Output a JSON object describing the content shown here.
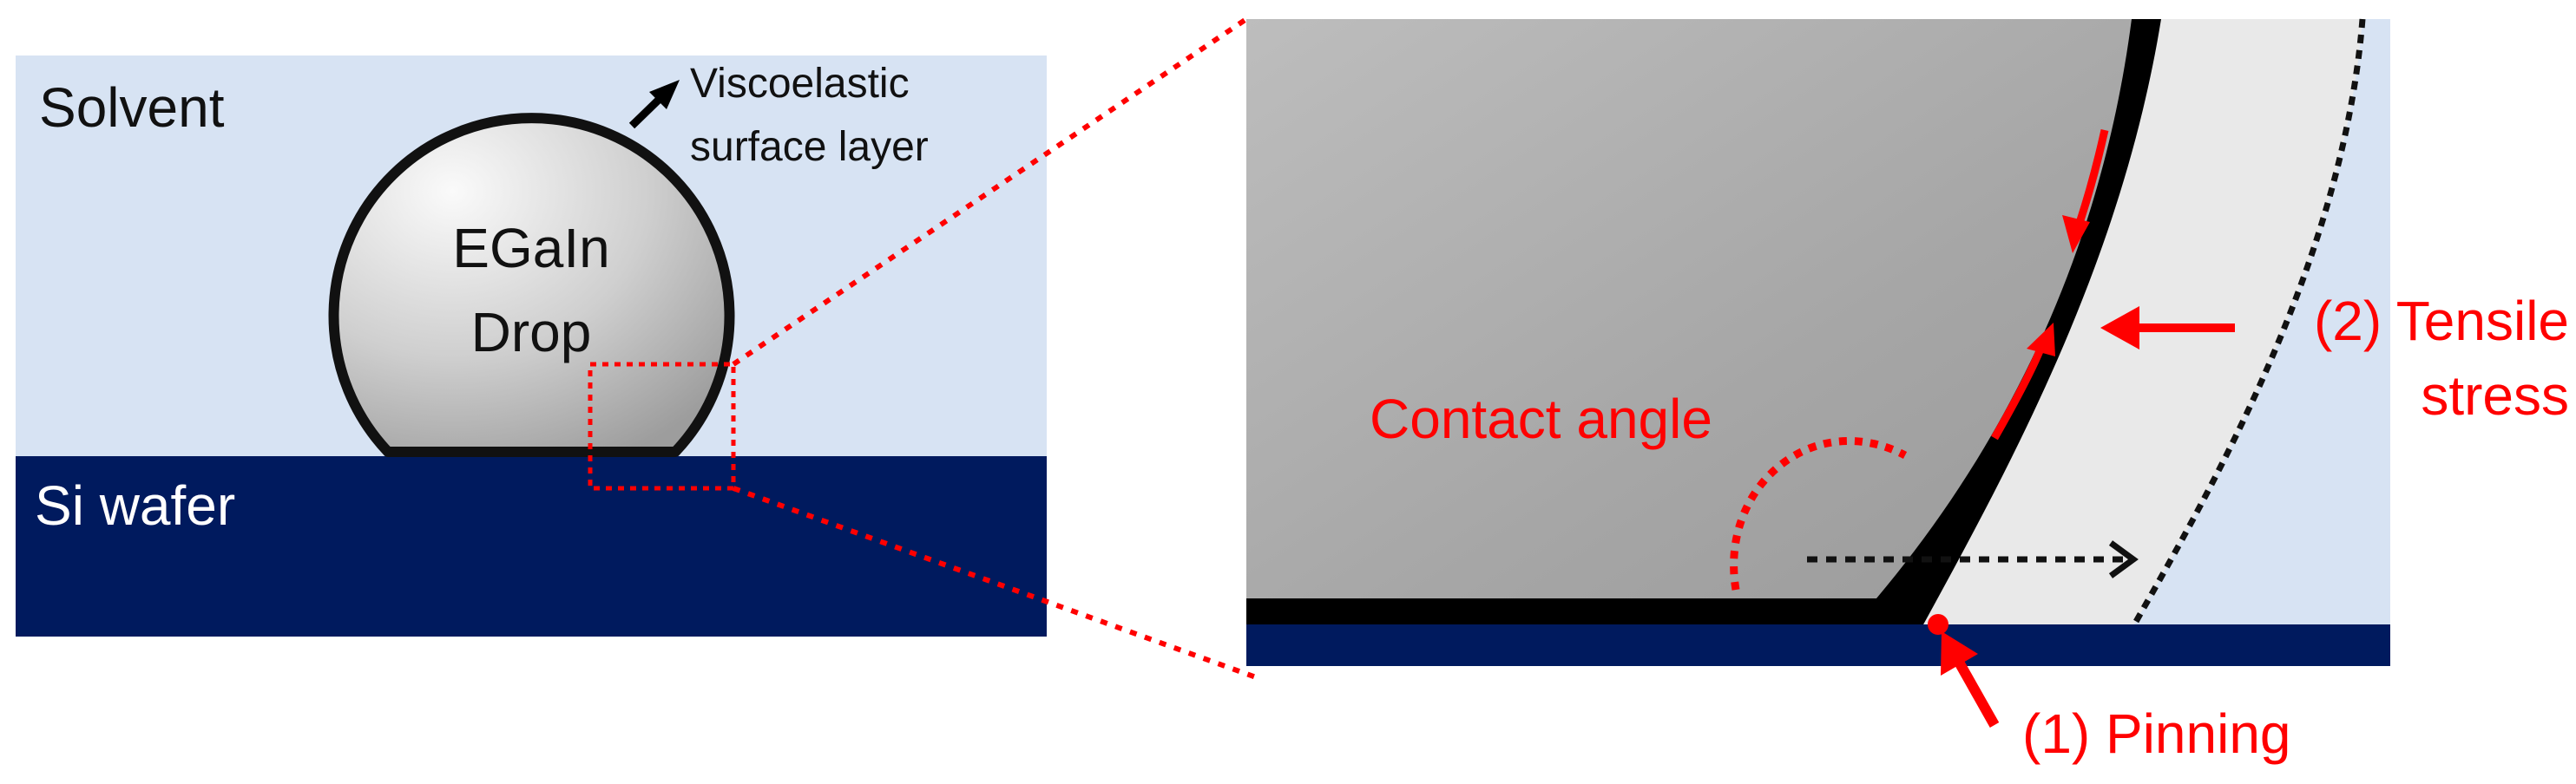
{
  "left_panel": {
    "solvent_label": "Solvent",
    "drop_label_line1": "EGaIn",
    "drop_label_line2": "Drop",
    "layer_label_line1": "Viscoelastic",
    "layer_label_line2": "surface layer",
    "substrate_label": "Si wafer"
  },
  "right_panel": {
    "contact_angle_label": "Contact angle",
    "tensile_label_line1": "(2) Tensile",
    "tensile_label_line2": "stress",
    "pinning_label": "(1) Pinning"
  },
  "colors": {
    "solvent": "#d7e3f3",
    "substrate": "#001a5e",
    "annotation_red": "#ff0000",
    "surface_layer": "#000000",
    "stretched_zone": "#e9e9e9"
  }
}
